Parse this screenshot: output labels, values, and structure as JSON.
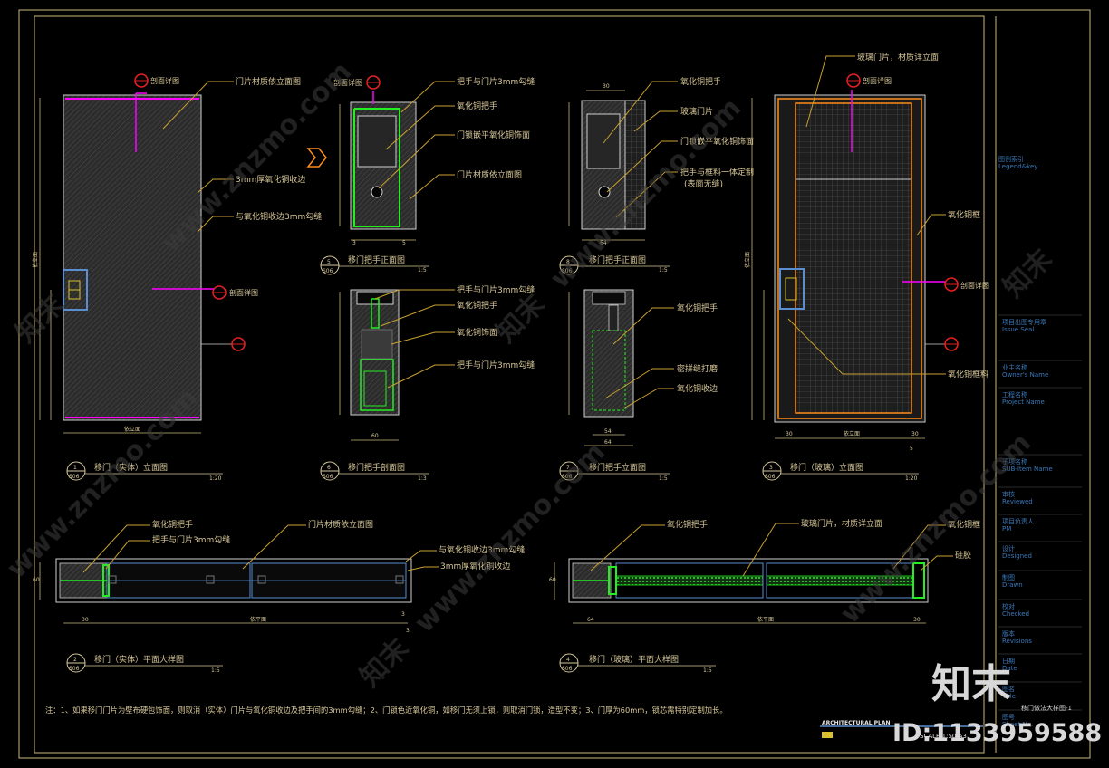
{
  "drawing": {
    "legend_cn": "图例索引",
    "legend_en": "Legend&key",
    "note": "注：1、如果移门门片为壁布硬包饰面，则取消（实体）门片与氧化铜收边及把手间的3mm勾缝；2、门锁色近氧化铜，如移门无须上锁，则取消门锁，造型不变；3、门厚为60mm，锁芯需特别定制加长。",
    "title_strip": "ARCHITECTURAL PLAN",
    "scale_strip": "SCALE 1:50 A3",
    "sheet_title": "移门做法大样图-1"
  },
  "sidebar": [
    {
      "cn": "项目出图专用章",
      "en": "Issue Seal"
    },
    {
      "cn": "业主名称",
      "en": "Owner's Name"
    },
    {
      "cn": "工程名称",
      "en": "Project Name"
    },
    {
      "cn": "子项名称",
      "en": "SUB-Item Name"
    },
    {
      "cn": "审核",
      "en": "Reviewed"
    },
    {
      "cn": "项目负责人",
      "en": "PM"
    },
    {
      "cn": "设计",
      "en": "Designed"
    },
    {
      "cn": "制图",
      "en": "Drawn"
    },
    {
      "cn": "校对",
      "en": "Checked"
    },
    {
      "cn": "版本",
      "en": "Revisions"
    },
    {
      "cn": "日期",
      "en": "Date"
    },
    {
      "cn": "图名",
      "en": "Title"
    },
    {
      "cn": "图号",
      "en": "Sheet No."
    }
  ],
  "views": {
    "v1": {
      "num": "1",
      "sheet": "S06",
      "title": "移门（实体）立面图",
      "scale": "1:20"
    },
    "v2": {
      "num": "2",
      "sheet": "S06",
      "title": "移门（实体）平面大样图",
      "scale": "1:5"
    },
    "v3": {
      "num": "3",
      "sheet": "S06",
      "title": "移门（玻璃）立面图",
      "scale": "1:20"
    },
    "v4": {
      "num": "4",
      "sheet": "S06",
      "title": "移门（玻璃）平面大样图",
      "scale": "1:5"
    },
    "v5": {
      "num": "5",
      "sheet": "S06",
      "title": "移门把手正面图",
      "scale": "1:5"
    },
    "v6": {
      "num": "6",
      "sheet": "S06",
      "title": "移门把手剖面图",
      "scale": "1:3"
    },
    "v7": {
      "num": "7",
      "sheet": "S06",
      "title": "移门把手立面图",
      "scale": "1:5"
    },
    "v8": {
      "num": "8",
      "sheet": "S06",
      "title": "移门把手正面图",
      "scale": "1:5"
    }
  },
  "labels": {
    "door_material": "门片材质依立面图",
    "bronze_3mm": "3mm厚氧化铜收边",
    "gap_bronze_edge": "与氧化铜收边3mm勾缝",
    "section_detail": "剖面详图",
    "handle_gap": "把手与门片3mm勾缝",
    "bronze_handle": "氧化铜把手",
    "lock_inlay": "门锁嵌平氧化铜饰面",
    "bronze_trim": "氧化铜饰面",
    "glass_door": "玻璃门片",
    "handle_frame": "把手与框料一体定制",
    "handle_frame_sub": "(表面无缝)",
    "seal_polish": "密拼缝打磨",
    "bronze_edge": "氧化铜收边",
    "glass_door_material": "玻璃门片，材质详立面",
    "bronze_frame": "氧化铜框",
    "bronze_frame_material": "氧化铜框料",
    "silicone": "硅胶"
  },
  "dims": {
    "door_width": "依立面",
    "door_height": "依立面",
    "plan_width": "依平面",
    "d30": "30",
    "d64": "64",
    "d60": "60",
    "d54": "54",
    "d5": "5",
    "d3": "3"
  },
  "watermark": {
    "brand_cn": "知末",
    "site": "www.znzmo.com",
    "id": "ID:1133959588"
  },
  "colors": {
    "background": "#000000",
    "frame": "#c8b878",
    "leader": "#c8a030",
    "green": "#22ee22",
    "magenta": "#ff00ff",
    "red": "#e82020",
    "blue": "#5a8ed0",
    "orange": "#ff8c1a",
    "sidebar_text": "#3b78b8"
  }
}
